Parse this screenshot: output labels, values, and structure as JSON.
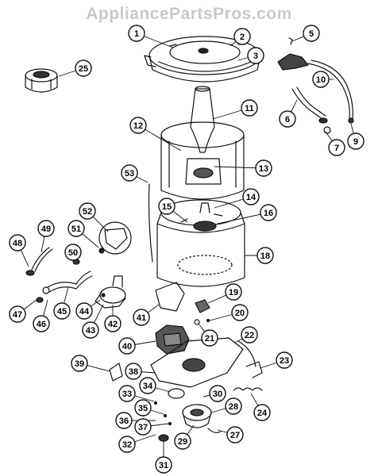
{
  "watermark": "AppliancePartsPros.com",
  "callouts": [
    {
      "n": "1"
    },
    {
      "n": "2"
    },
    {
      "n": "3"
    },
    {
      "n": "5"
    },
    {
      "n": "6"
    },
    {
      "n": "7"
    },
    {
      "n": "9"
    },
    {
      "n": "10"
    },
    {
      "n": "11"
    },
    {
      "n": "12"
    },
    {
      "n": "13"
    },
    {
      "n": "14"
    },
    {
      "n": "15"
    },
    {
      "n": "16"
    },
    {
      "n": "18"
    },
    {
      "n": "19"
    },
    {
      "n": "20"
    },
    {
      "n": "21"
    },
    {
      "n": "22"
    },
    {
      "n": "23"
    },
    {
      "n": "24"
    },
    {
      "n": "25"
    },
    {
      "n": "27"
    },
    {
      "n": "28"
    },
    {
      "n": "29"
    },
    {
      "n": "30"
    },
    {
      "n": "31"
    },
    {
      "n": "32"
    },
    {
      "n": "33"
    },
    {
      "n": "34"
    },
    {
      "n": "35"
    },
    {
      "n": "36"
    },
    {
      "n": "37"
    },
    {
      "n": "38"
    },
    {
      "n": "39"
    },
    {
      "n": "40"
    },
    {
      "n": "41"
    },
    {
      "n": "42"
    },
    {
      "n": "43"
    },
    {
      "n": "44"
    },
    {
      "n": "45"
    },
    {
      "n": "46"
    },
    {
      "n": "47"
    },
    {
      "n": "48"
    },
    {
      "n": "49"
    },
    {
      "n": "50"
    },
    {
      "n": "51"
    },
    {
      "n": "52"
    },
    {
      "n": "53"
    }
  ]
}
